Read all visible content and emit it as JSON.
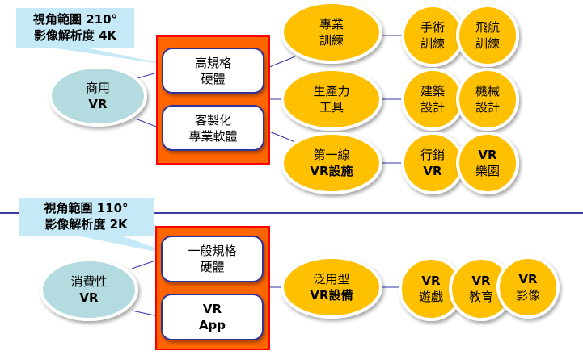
{
  "colors": {
    "callout_fill": "#c6e9f7",
    "orange_box": "#ff6600",
    "orange_box_border": "#ff0000",
    "inner_box_fill": "#ffffff",
    "inner_box_border": "#333399",
    "teal_ellipse": "#b3dbe0",
    "yellow": "#ffc000",
    "connector": "#3333aa",
    "divider": "#3a3aa0"
  },
  "commercial": {
    "callout": {
      "line1": "視角範圍 210°",
      "line2": "影像解析度 4K"
    },
    "category": {
      "line1": "商用",
      "line2": "VR"
    },
    "components": [
      {
        "line1": "高規格",
        "line2": "硬體"
      },
      {
        "line1": "客製化",
        "line2": "專業軟體"
      }
    ],
    "applications": [
      {
        "line1": "專業",
        "line2": "訓練",
        "examples": [
          {
            "line1": "手術",
            "line2": "訓練"
          },
          {
            "line1": "飛航",
            "line2": "訓練"
          }
        ]
      },
      {
        "line1": "生產力",
        "line2": "工具",
        "examples": [
          {
            "line1": "建築",
            "line2": "設計"
          },
          {
            "line1": "機械",
            "line2": "設計"
          }
        ]
      },
      {
        "line1": "第一線",
        "line2": "VR設施",
        "examples": [
          {
            "line1": "行銷",
            "line2": "VR"
          },
          {
            "line1": "VR",
            "line2": "樂園"
          }
        ]
      }
    ]
  },
  "consumer": {
    "callout": {
      "line1": "視角範圍 110°",
      "line2": "影像解析度 2K"
    },
    "category": {
      "line1": "消費性",
      "line2": "VR"
    },
    "components": [
      {
        "line1": "一般規格",
        "line2": "硬體"
      },
      {
        "line1": "VR",
        "line2": "App"
      }
    ],
    "applications": [
      {
        "line1": "泛用型",
        "line2": "VR設備",
        "examples": [
          {
            "line1": "VR",
            "line2": "遊戲"
          },
          {
            "line1": "VR",
            "line2": "教育"
          },
          {
            "line1": "VR",
            "line2": "影像"
          }
        ]
      }
    ]
  }
}
